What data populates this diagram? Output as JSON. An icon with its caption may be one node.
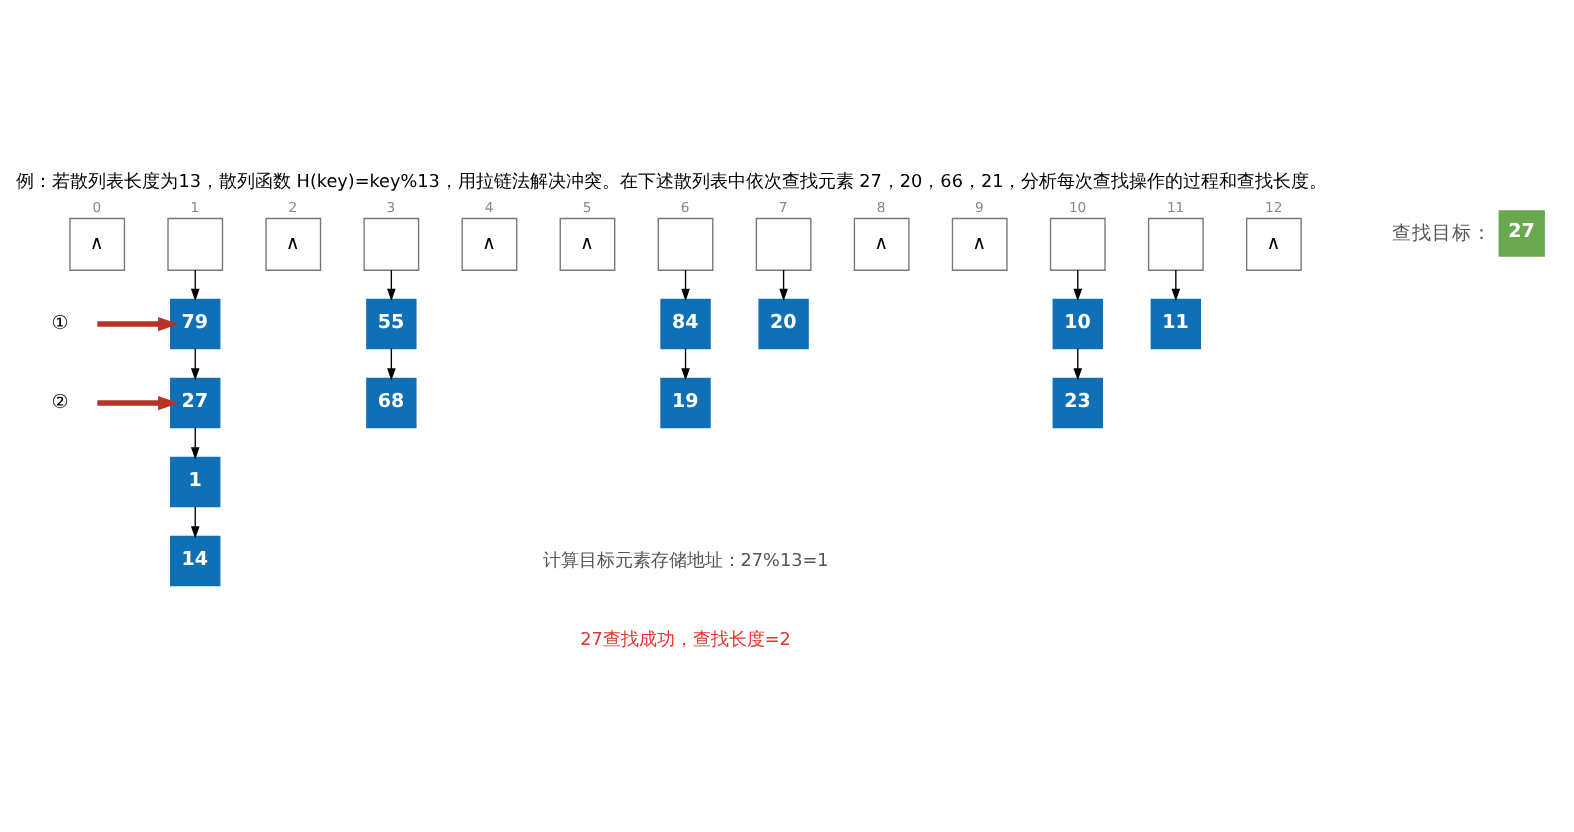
{
  "diagram": {
    "title": "例：若散列表长度为13，散列函数 H(key)=key%13，用拉链法解决冲突。在下述散列表中依次查找元素 27，20，66，21，分析每次查找操作的过程和查找长度。",
    "nodes": [
      {
        "text": [
          "∧"
        ],
        "beside": [
          "0"
        ]
      },
      {
        "text": [],
        "shape": "box",
        "beside": [
          "1"
        ]
      },
      {
        "text": [
          "∧"
        ],
        "beside": [
          "2"
        ]
      },
      {
        "text": [],
        "shape": "box",
        "beside": [
          "3"
        ]
      },
      {
        "text": [
          "∧"
        ],
        "beside": [
          "4"
        ]
      },
      {
        "text": [
          "∧"
        ],
        "beside": [
          "5"
        ]
      },
      {
        "text": [],
        "shape": "box",
        "beside": [
          "6"
        ]
      },
      {
        "text": [],
        "shape": "box",
        "beside": [
          "7"
        ]
      },
      {
        "text": [
          "∧"
        ],
        "beside": [
          "8"
        ]
      },
      {
        "text": [
          "∧"
        ],
        "beside": [
          "9"
        ]
      },
      {
        "text": [],
        "shape": "box",
        "beside": [
          "10"
        ]
      },
      {
        "text": [],
        "shape": "box",
        "beside": [
          "11"
        ]
      },
      {
        "text": [
          "∧"
        ],
        "beside": [
          "12"
        ]
      },
      {
        "text": [
          "79"
        ]
      },
      {
        "text": [
          "27"
        ]
      },
      {
        "text": [
          "1"
        ]
      },
      {
        "text": [
          "14"
        ]
      },
      {
        "text": [
          "55"
        ]
      },
      {
        "text": [
          "68"
        ]
      },
      {
        "text": [
          "84"
        ]
      },
      {
        "text": [
          "19"
        ]
      },
      {
        "text": [
          "20"
        ]
      },
      {
        "text": [
          "10"
        ]
      },
      {
        "text": [
          "23"
        ]
      },
      {
        "text": [
          "11"
        ]
      },
      {
        "text": [
          "27"
        ],
        "beside": [
          "查找目标："
        ]
      },
      {
        "text": [
          "①"
        ]
      },
      {
        "text": [
          "②"
        ]
      }
    ],
    "edges": [
      {
        "from": 1,
        "to": 13,
        "arrow": "to"
      },
      {
        "from": 13,
        "to": 14,
        "arrow": "to"
      },
      {
        "from": 14,
        "to": 15,
        "arrow": "to"
      },
      {
        "from": 15,
        "to": 16,
        "arrow": "to"
      },
      {
        "from": 3,
        "to": 17,
        "arrow": "to"
      },
      {
        "from": 17,
        "to": 18,
        "arrow": "to"
      },
      {
        "from": 6,
        "to": 19,
        "arrow": "to"
      },
      {
        "from": 19,
        "to": 20,
        "arrow": "to"
      },
      {
        "from": 7,
        "to": 21,
        "arrow": "to"
      },
      {
        "from": 10,
        "to": 22,
        "arrow": "to"
      },
      {
        "from": 22,
        "to": 23,
        "arrow": "to"
      },
      {
        "from": 11,
        "to": 24,
        "arrow": "to"
      },
      {
        "from": 26,
        "to": 13,
        "arrow": "to",
        "style": "thick",
        "color": "#b83227"
      },
      {
        "from": 27,
        "to": 14,
        "arrow": "to",
        "style": "thick",
        "color": "#b83227"
      }
    ],
    "labels": [
      "计算目标元素存储地址：27%13=1",
      "27查找成功，查找长度=2"
    ]
  }
}
